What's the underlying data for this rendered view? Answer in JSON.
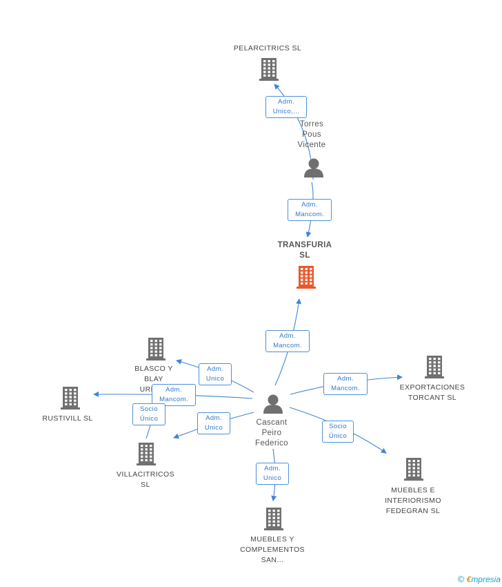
{
  "colors": {
    "edge": "#3f85d6",
    "company": "#707070",
    "focus_company": "#e9582a",
    "person": "#6f6f6f"
  },
  "nodes": {
    "pelarcitrics": {
      "label": "PELARCITRICS SL",
      "icon": "building-icon"
    },
    "torres": {
      "label_lines": [
        "Torres",
        "Pous",
        "Vicente"
      ],
      "icon": "person-icon"
    },
    "transfuria": {
      "label_lines": [
        "TRANSFURIA",
        "SL"
      ],
      "icon": "building-icon"
    },
    "cascant": {
      "label_lines": [
        "Cascant",
        "Peiro",
        "Federico"
      ],
      "icon": "person-icon"
    },
    "blasco": {
      "label_lines": [
        "BLASCO Y",
        "BLAY",
        "URBA..."
      ],
      "icon": "building-icon"
    },
    "rustivill": {
      "label": "RUSTIVILL SL",
      "icon": "building-icon"
    },
    "villacitricos": {
      "label_lines": [
        "VILLACITRICOS",
        "SL"
      ],
      "icon": "building-icon"
    },
    "exportaciones": {
      "label_lines": [
        "EXPORTACIONES",
        "TORCANT SL"
      ],
      "icon": "building-icon"
    },
    "muebles_interiorismo": {
      "label_lines": [
        "MUEBLES E",
        "INTERIORISMO",
        "FEDEGRAN SL"
      ],
      "icon": "building-icon"
    },
    "muebles_complementos": {
      "label_lines": [
        "MUEBLES Y",
        "COMPLEMENTOS",
        "SAN..."
      ],
      "icon": "building-icon"
    }
  },
  "edges": {
    "torres_pelarcitrics": [
      "Adm.",
      "Unico,..."
    ],
    "torres_transfuria": [
      "Adm.",
      "Mancom."
    ],
    "cascant_transfuria": [
      "Adm.",
      "Mancom."
    ],
    "cascant_blasco": [
      "Adm.",
      "Unico"
    ],
    "cascant_rustivill": [
      "Adm.",
      "Mancom."
    ],
    "villacitricos_rustivill": [
      "Socio",
      "Único"
    ],
    "cascant_villacitricos": [
      "Adm.",
      "Unico"
    ],
    "cascant_exportaciones": [
      "Adm.",
      "Mancom."
    ],
    "cascant_muebles_interiorismo": [
      "Socio",
      "Único"
    ],
    "cascant_muebles_complementos": [
      "Adm.",
      "Unico"
    ]
  },
  "brand": {
    "copyright": "©",
    "e": "€",
    "rest": "mpresia"
  }
}
